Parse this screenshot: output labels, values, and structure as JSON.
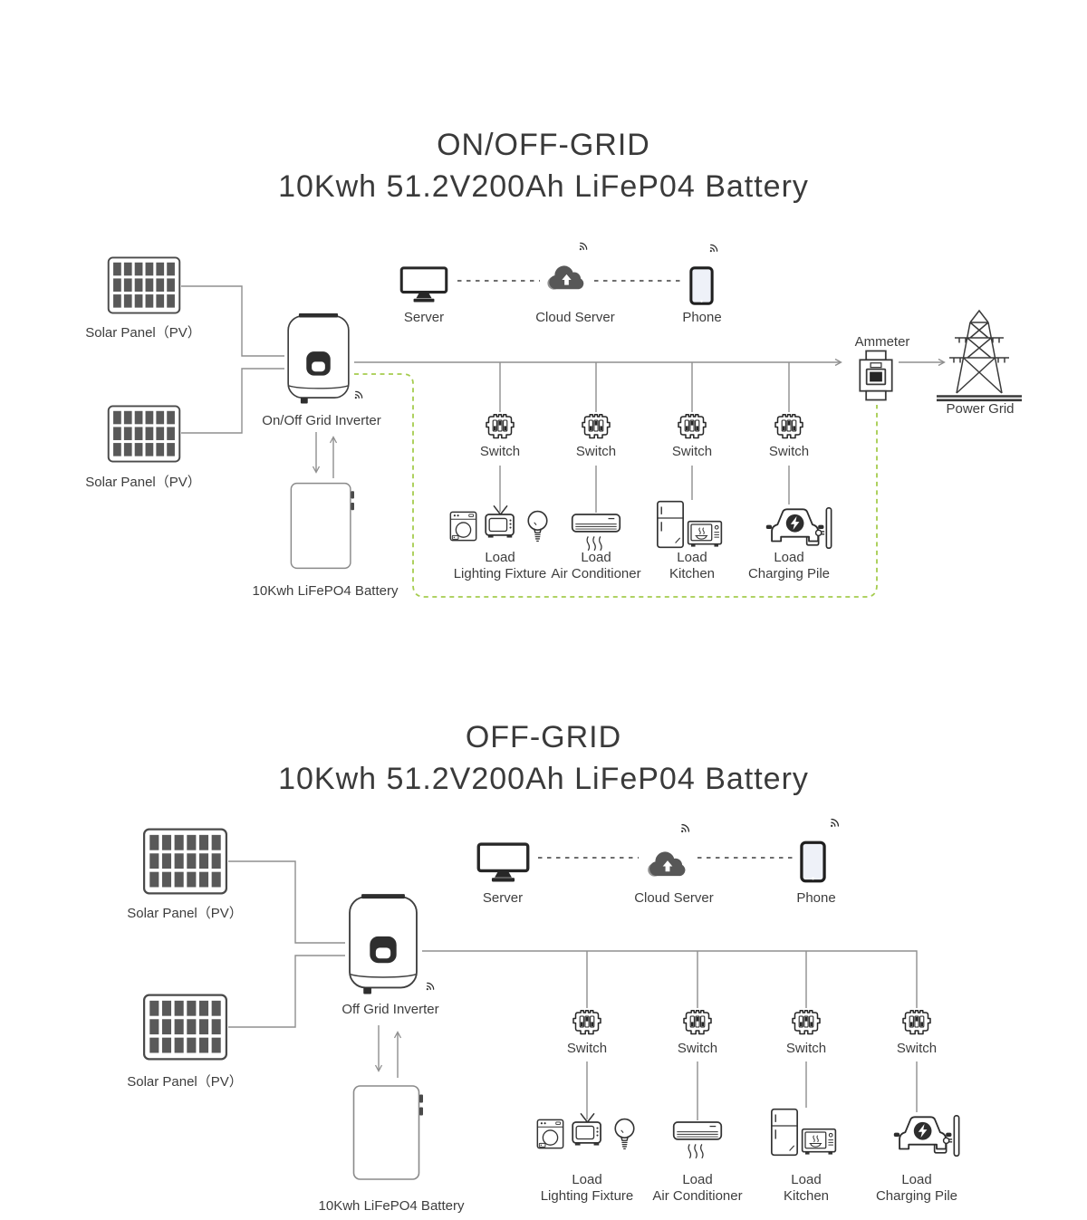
{
  "colors": {
    "wire_gray": "#8f8f8f",
    "icon_stroke": "#333333",
    "dark_fill": "#2e2e2e",
    "cloud_fill": "#575757",
    "green_dash": "#a5cc4e",
    "text": "#3d3d3d"
  },
  "sections": {
    "on_off_grid": {
      "title_line1": "ON/OFF-GRID",
      "title_line2": "10Kwh 51.2V200Ah LiFeP04 Battery",
      "solar_panel_label": "Solar Panel（PV）",
      "inverter_label": "On/Off Grid Inverter",
      "battery_label": "10Kwh LiFePO4 Battery",
      "server_label": "Server",
      "cloud_label": "Cloud Server",
      "phone_label": "Phone",
      "ammeter_label": "Ammeter",
      "power_grid_label": "Power Grid",
      "switches": [
        "Switch",
        "Switch",
        "Switch",
        "Switch"
      ],
      "loads": [
        {
          "line1": "Load",
          "line2": "Lighting Fixture"
        },
        {
          "line1": "Load",
          "line2": "Air Conditioner"
        },
        {
          "line1": "Load",
          "line2": "Kitchen"
        },
        {
          "line1": "Load",
          "line2": "Charging Pile"
        }
      ]
    },
    "off_grid": {
      "title_line1": "OFF-GRID",
      "title_line2": "10Kwh 51.2V200Ah LiFeP04 Battery",
      "solar_panel_label": "Solar Panel（PV）",
      "inverter_label": "Off Grid Inverter",
      "battery_label": "10Kwh LiFePO4 Battery",
      "server_label": "Server",
      "cloud_label": "Cloud Server",
      "phone_label": "Phone",
      "switches": [
        "Switch",
        "Switch",
        "Switch",
        "Switch"
      ],
      "loads": [
        {
          "line1": "Load",
          "line2": "Lighting Fixture"
        },
        {
          "line1": "Load",
          "line2": "Air Conditioner"
        },
        {
          "line1": "Load",
          "line2": "Kitchen"
        },
        {
          "line1": "Load",
          "line2": "Charging Pile"
        }
      ]
    }
  }
}
